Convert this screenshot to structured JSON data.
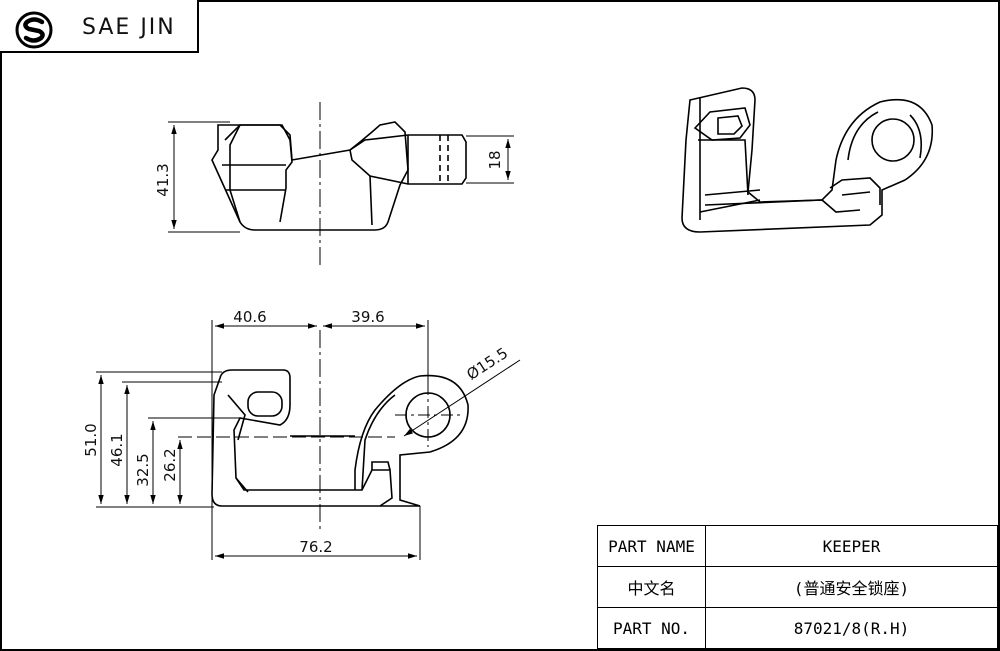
{
  "header": {
    "company": "SAE JIN",
    "logo_icon": "sae-jin-logo-icon"
  },
  "dimensions": {
    "height_top": "41.3",
    "pin_height": "18",
    "width_left": "40.6",
    "width_right": "39.6",
    "hole_diameter": "Ø15.5",
    "height_51": "51.0",
    "height_46": "46.1",
    "height_32": "32.5",
    "height_26": "26.2",
    "total_width": "76.2"
  },
  "title_block": {
    "rows": [
      {
        "label": "PART NAME",
        "value": "KEEPER"
      },
      {
        "label": "中文名",
        "value": "(普通安全锁座)"
      },
      {
        "label": "PART NO.",
        "value": "87021/8(R.H)"
      }
    ]
  }
}
